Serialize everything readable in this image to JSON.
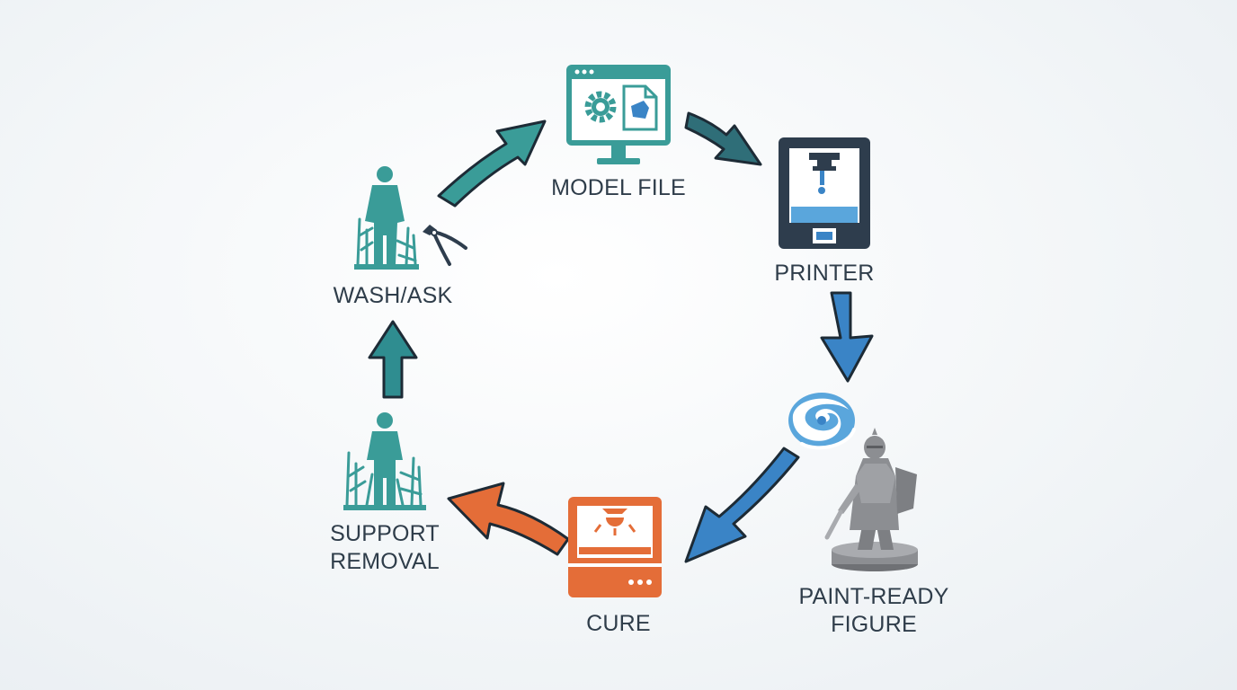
{
  "nodes": {
    "model_file": {
      "lines": [
        "MODEL FILE"
      ],
      "icon": "computer-gear-file-icon"
    },
    "printer": {
      "lines": [
        "PRINTER"
      ],
      "icon": "resin-printer-icon"
    },
    "resin_swirl": {
      "icon": "resin-swirl-icon"
    },
    "paint_ready_figure": {
      "lines": [
        "PAINT-READY",
        "FIGURE"
      ],
      "icon": "knight-miniature-icon"
    },
    "cure": {
      "lines": [
        "CURE"
      ],
      "icon": "uv-cure-station-icon"
    },
    "support_removal": {
      "lines": [
        "SUPPORT",
        "REMOVAL"
      ],
      "icon": "person-support-structure-icon"
    },
    "wash": {
      "lines": [
        "WASH/ASK"
      ],
      "icon": "person-support-cutters-icon"
    }
  },
  "colors": {
    "teal": "#3a9c98",
    "teal_dark": "#1f6e74",
    "navy": "#2e3d4d",
    "blue": "#3a84c6",
    "blue_light": "#5aa6dc",
    "orange": "#e46d38",
    "label": "#2f3d4a",
    "figure_gray": "#8c8e92"
  }
}
